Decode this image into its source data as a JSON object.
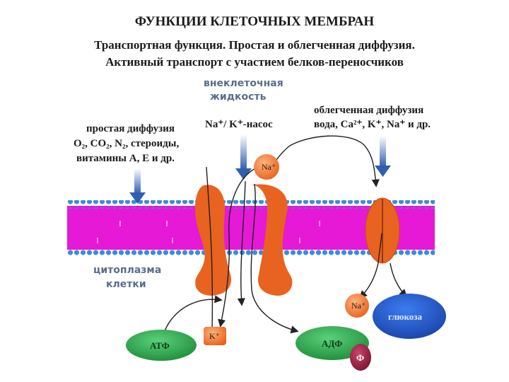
{
  "header": {
    "title": "ФУНКЦИИ КЛЕТОЧНЫХ МЕМБРАН",
    "subtitle_line1": "Транспортная функция. Простая и облегченная диффузия.",
    "subtitle_line2": "Активный транспорт с участием белков-переносчиков"
  },
  "labels": {
    "extracellular_1": "внеклеточная",
    "extracellular_2": "жидкость",
    "facilitated_1": "облегченная диффузия",
    "facilitated_2": "вода, Ca²⁺, K⁺, Na⁺ и др.",
    "pump": "Na⁺/ K⁺-насос",
    "simple_1": "простая диффузия",
    "simple_2": "O₂, CO₂, N₂, стероиды,",
    "simple_3": "витамины А, Е и др.",
    "cytoplasm_1": "цитоплазма",
    "cytoplasm_2": "клетки",
    "na_top": "Na⁺",
    "na_bottom": "Na⁺",
    "k_ion": "K⁺",
    "atp": "АТФ",
    "adp": "АДФ",
    "phosphate": "Ф",
    "glucose": "глюкоза"
  },
  "colors": {
    "membrane": "#e619d6",
    "phospholipid_head": "#3c8cd8",
    "protein": "#e8631f",
    "atp_green": "#1e8c3a",
    "adp_green": "#2f9a4f",
    "glucose_blue": "#1f56c8",
    "phosphate_maroon": "#8b1a36",
    "ion_orange": "#f07a32",
    "arrow_blue": "#3e6fb0"
  }
}
